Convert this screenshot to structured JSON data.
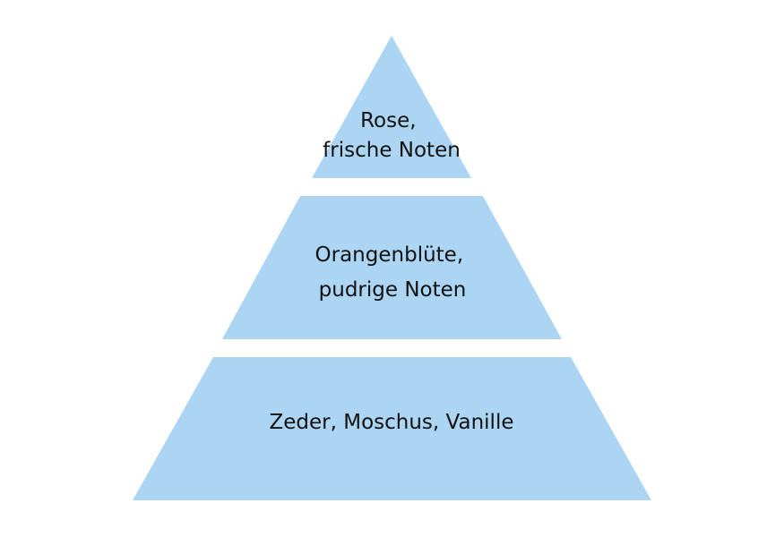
{
  "colors": {
    "tier_fill": "#acd4f3",
    "text": "#111111",
    "background": "#ffffff"
  },
  "pyramid": {
    "tiers": [
      {
        "name": "top",
        "lines": [
          "Rose,",
          "frische Noten"
        ]
      },
      {
        "name": "middle",
        "lines": [
          "Orangenblüte,",
          "pudrige Noten"
        ]
      },
      {
        "name": "base",
        "lines": [
          "Zeder, Moschus, Vanille"
        ]
      }
    ]
  }
}
